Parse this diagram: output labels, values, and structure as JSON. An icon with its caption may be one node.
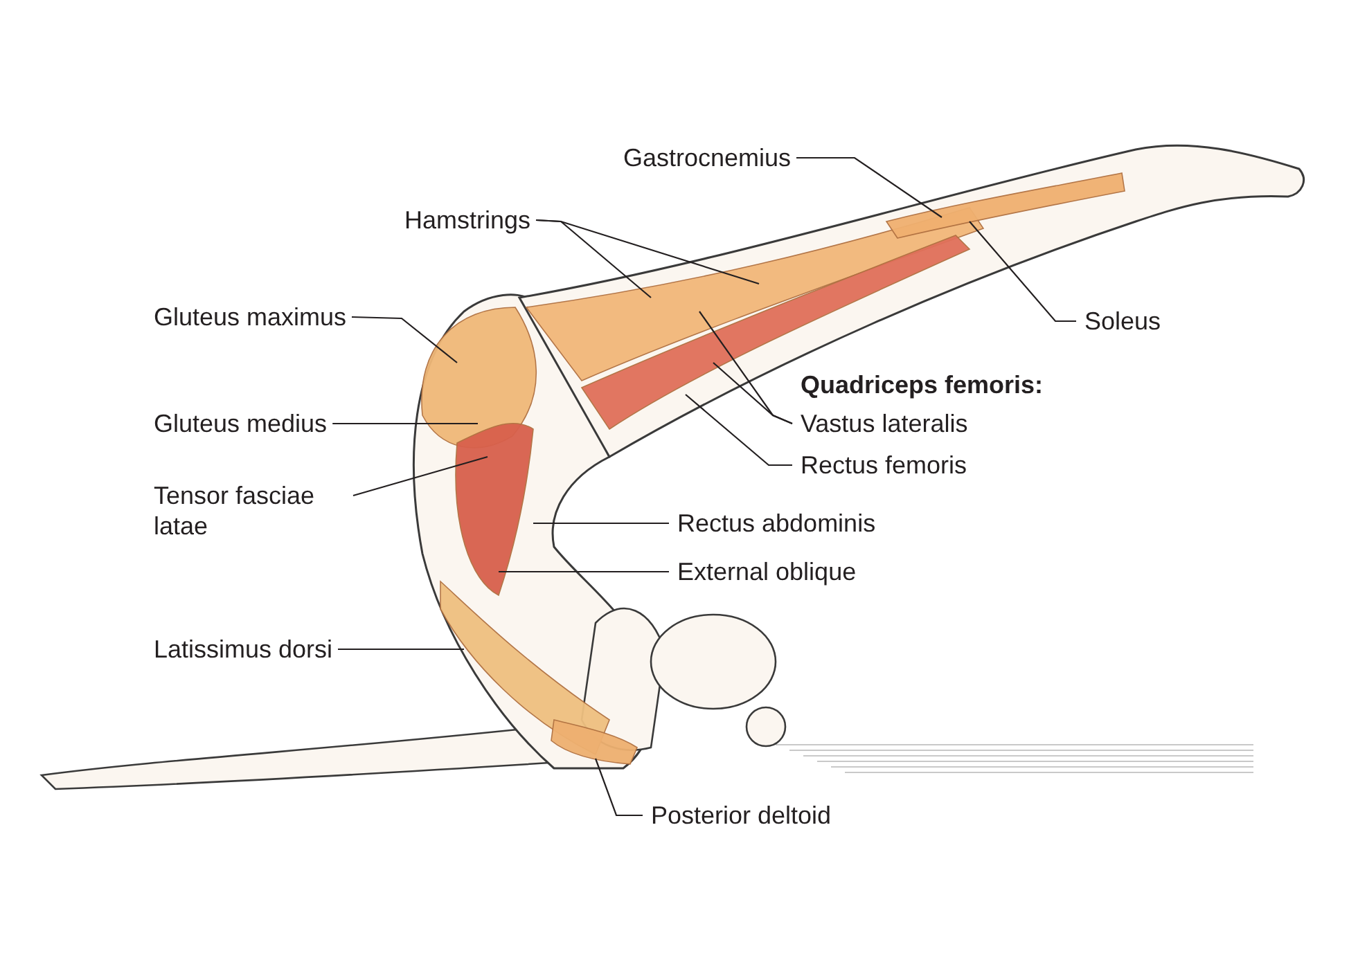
{
  "diagram": {
    "nodes": [
      {
        "text": [
          "Gastrocnemius"
        ]
      },
      {
        "text": [
          "Hamstrings"
        ]
      },
      {
        "text": [
          "Gluteus maximus"
        ]
      },
      {
        "text": [
          "Soleus"
        ]
      },
      {
        "text": [
          "Vastus lateralis"
        ]
      },
      {
        "text": [
          "Gluteus medius"
        ]
      },
      {
        "text": [
          "Rectus femoris"
        ]
      },
      {
        "text": [
          "Tensor fasciae latae"
        ]
      },
      {
        "text": [
          "Rectus abdominis"
        ]
      },
      {
        "text": [
          "External oblique"
        ]
      },
      {
        "text": [
          "Latissimus dorsi"
        ]
      },
      {
        "text": [
          "Posterior deltoid"
        ]
      }
    ],
    "edges": [
      {
        "from": 0,
        "to": null,
        "arrow": "none"
      },
      {
        "from": 1,
        "to": null,
        "arrow": "none"
      },
      {
        "from": 1,
        "to": null,
        "arrow": "none"
      },
      {
        "from": 2,
        "to": null,
        "arrow": "none"
      },
      {
        "from": 3,
        "to": null,
        "arrow": "none"
      },
      {
        "from": 4,
        "to": null,
        "arrow": "none"
      },
      {
        "from": 4,
        "to": null,
        "arrow": "none"
      },
      {
        "from": 5,
        "to": null,
        "arrow": "none"
      },
      {
        "from": 6,
        "to": null,
        "arrow": "none"
      },
      {
        "from": 7,
        "to": null,
        "arrow": "none"
      },
      {
        "from": 8,
        "to": null,
        "arrow": "none"
      },
      {
        "from": 9,
        "to": null,
        "arrow": "none"
      },
      {
        "from": 10,
        "to": null,
        "arrow": "none"
      },
      {
        "from": 11,
        "to": null,
        "arrow": "none"
      }
    ],
    "labels": [
      "Quadriceps femoris:"
    ]
  }
}
